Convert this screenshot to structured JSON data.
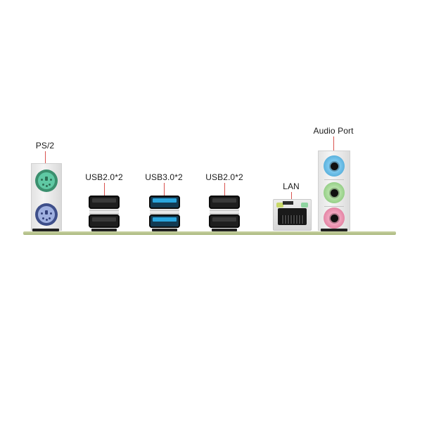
{
  "image": {
    "subject": "Motherboard rear I/O panel diagram",
    "background": "#ffffff"
  },
  "labels": {
    "ps2": "PS/2",
    "usb2_left": "USB2.0*2",
    "usb3": "USB3.0*2",
    "usb2_right": "USB2.0*2",
    "lan": "LAN",
    "audio": "Audio Port"
  },
  "colors": {
    "leader_line": "#d9534f",
    "pcb": "#b8c48c",
    "ps2_keyboard": "#5fc9a4",
    "ps2_mouse": "#7f93cf",
    "usb2_tongue": "#333333",
    "usb3_tongue": "#2aa6de",
    "lan_led_left": "#c8d86a",
    "lan_led_right": "#8fd4a0",
    "audio_line_in": "#5eb7e0",
    "audio_line_out": "#9ad48a",
    "audio_mic": "#e88aa8"
  },
  "ports": [
    {
      "id": "ps2",
      "label": "PS/2",
      "count": 2,
      "type": "PS/2 keyboard/mouse"
    },
    {
      "id": "usb2_left",
      "label": "USB2.0*2",
      "count": 2,
      "type": "USB 2.0"
    },
    {
      "id": "usb3",
      "label": "USB3.0*2",
      "count": 2,
      "type": "USB 3.0"
    },
    {
      "id": "usb2_right",
      "label": "USB2.0*2",
      "count": 2,
      "type": "USB 2.0"
    },
    {
      "id": "lan",
      "label": "LAN",
      "count": 1,
      "type": "RJ45 Ethernet"
    },
    {
      "id": "audio",
      "label": "Audio Port",
      "count": 3,
      "type": "3.5mm audio jacks"
    }
  ]
}
